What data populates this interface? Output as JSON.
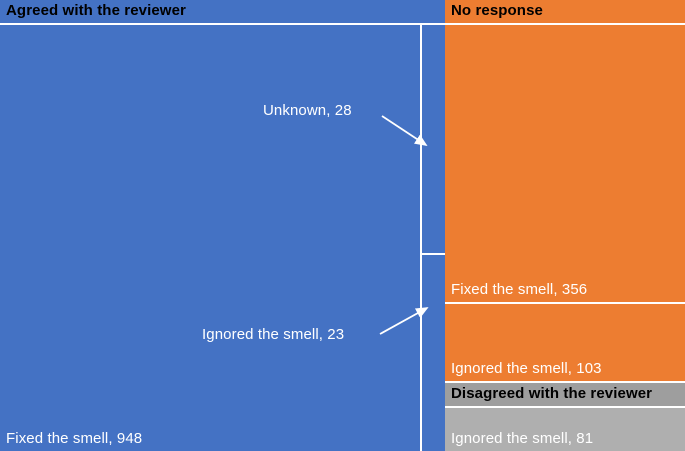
{
  "chart_data": {
    "type": "treemap",
    "groups": [
      {
        "name": "Agreed with the reviewer",
        "color": "#4472C4",
        "children": [
          {
            "label": "Fixed the smell",
            "value": 948,
            "display": "Fixed the smell, 948"
          },
          {
            "label": "Unknown",
            "value": 28,
            "display": "Unknown, 28"
          },
          {
            "label": "Ignored the smell",
            "value": 23,
            "display": "Ignored the smell, 23"
          }
        ]
      },
      {
        "name": "No response",
        "color": "#ED7D31",
        "children": [
          {
            "label": "Fixed the smell",
            "value": 356,
            "display": "Fixed the smell, 356"
          },
          {
            "label": "Ignored the smell",
            "value": 103,
            "display": "Ignored the smell, 103"
          }
        ]
      },
      {
        "name": "Disagreed with the reviewer",
        "color": "#A5A5A5",
        "children": [
          {
            "label": "Ignored the smell",
            "value": 81,
            "display": "Ignored the smell, 81"
          }
        ]
      }
    ],
    "annotations": [
      {
        "text": "Unknown, 28",
        "points_to": "Unknown"
      },
      {
        "text": "Ignored the smell, 23",
        "points_to": "Ignored the smell"
      }
    ],
    "colors": {
      "agreed_blue": "#4472C4",
      "no_response_orange": "#ED7D31",
      "disagreed_header_gray": "#9E9E9E",
      "disagreed_cell_gray": "#AFAFAF",
      "gap_white": "#FFFFFF",
      "header_text": "#000000",
      "cell_text": "#FFFFFF"
    },
    "legend": "none",
    "title": ""
  }
}
